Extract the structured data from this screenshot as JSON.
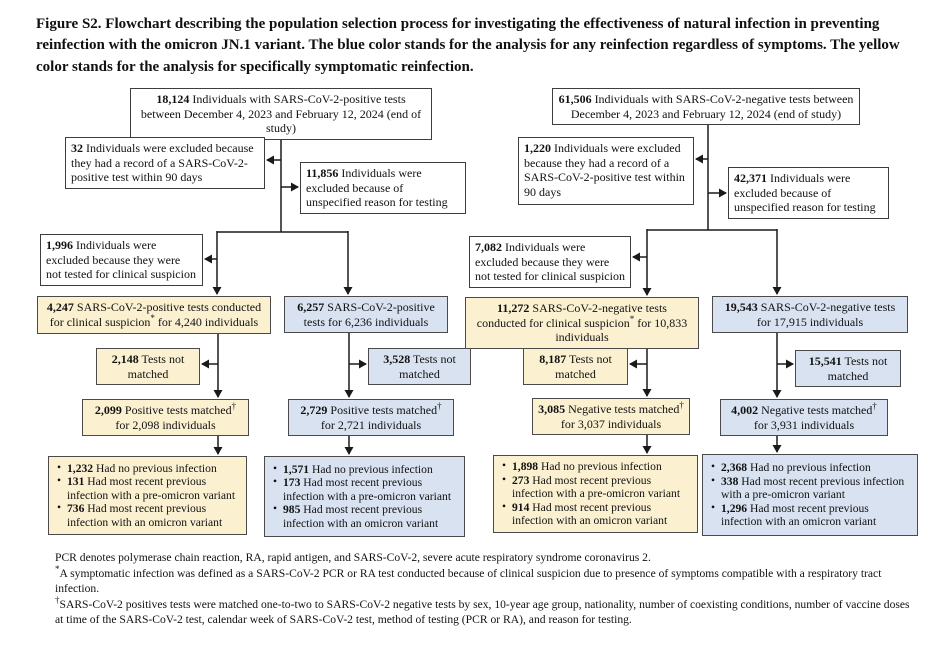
{
  "title": "Figure S2. Flowchart describing the population selection process for investigating the effectiveness of natural infection in preventing reinfection with the omicron JN.1 variant. The blue color stands for the analysis for any reinfection regardless of symptoms. The yellow color stands for the analysis for specifically symptomatic reinfection.",
  "colors": {
    "yellow_fill": "#fbf1d1",
    "blue_fill": "#d9e2f1",
    "box_border": "#4a4a4a",
    "line": "#1a1a1a"
  },
  "flow": {
    "pos_top": {
      "num": "18,124",
      "text": "Individuals with SARS-CoV-2-positive tests between December 4, 2023 and February 12, 2024 (end of study)"
    },
    "neg_top": {
      "num": "61,506",
      "text": "Individuals with SARS-CoV-2-negative tests between December 4, 2023 and February 12, 2024 (end of study)"
    },
    "excl_32": {
      "num": "32",
      "text": "Individuals were excluded because they had a record of a SARS-CoV-2-positive test within 90 days"
    },
    "excl_11856": {
      "num": "11,856",
      "text": "Individuals were excluded because of unspecified reason for testing"
    },
    "excl_1996": {
      "num": "1,996",
      "text": "Individuals were excluded because they were not tested for clinical suspicion"
    },
    "excl_1220": {
      "num": "1,220",
      "text": "Individuals were excluded because they had a record of a SARS-CoV-2-positive test within 90 days"
    },
    "excl_42371": {
      "num": "42,371",
      "text": "Individuals were excluded because of unspecified reason for testing"
    },
    "excl_7082": {
      "num": "7,082",
      "text": "Individuals were excluded because they were not tested for clinical suspicion"
    },
    "sus_pos": {
      "num": "4,247",
      "text": "SARS-CoV-2-positive tests conducted for clinical suspicion",
      "marker": "*",
      "post": "for 4,240 individuals"
    },
    "pos_blue": {
      "num": "6,257",
      "text": "SARS-CoV-2-positive tests for 6,236 individuals"
    },
    "sus_neg": {
      "num": "11,272",
      "text": "SARS-CoV-2-negative tests conducted for clinical suspicion",
      "marker": "*",
      "post": "for 10,833 individuals"
    },
    "neg_blue": {
      "num": "19,543",
      "text": "SARS-CoV-2-negative tests for 17,915 individuals"
    },
    "nm1": {
      "num": "2,148",
      "text": "Tests not matched"
    },
    "nm2": {
      "num": "3,528",
      "text": "Tests not matched"
    },
    "nm3": {
      "num": "8,187",
      "text": "Tests not matched"
    },
    "nm4": {
      "num": "15,541",
      "text": "Tests not matched"
    },
    "m1": {
      "num": "2,099",
      "text": "Positive tests matched",
      "marker": "†",
      "post": "for 2,098 individuals"
    },
    "m2": {
      "num": "2,729",
      "text": "Positive tests matched",
      "marker": "†",
      "post": "for 2,721 individuals"
    },
    "m3": {
      "num": "3,085",
      "text": "Negative tests matched",
      "marker": "†",
      "post": "for 3,037 individuals"
    },
    "m4": {
      "num": "4,002",
      "text": "Negative tests matched",
      "marker": "†",
      "post": "for 3,931 individuals"
    },
    "f1": {
      "items": [
        {
          "num": "1,232",
          "text": "Had no previous infection"
        },
        {
          "num": "131",
          "text": "Had most recent previous infection with a pre-omicron variant"
        },
        {
          "num": "736",
          "text": "Had most recent previous infection with an omicron variant"
        }
      ]
    },
    "f2": {
      "items": [
        {
          "num": "1,571",
          "text": "Had no previous infection"
        },
        {
          "num": "173",
          "text": "Had most recent previous infection with a pre-omicron variant"
        },
        {
          "num": "985",
          "text": "Had most recent previous infection with an omicron variant"
        }
      ]
    },
    "f3": {
      "items": [
        {
          "num": "1,898",
          "text": "Had no previous infection"
        },
        {
          "num": "273",
          "text": "Had most recent previous infection with a pre-omicron variant"
        },
        {
          "num": "914",
          "text": "Had most recent previous infection with an omicron variant"
        }
      ]
    },
    "f4": {
      "items": [
        {
          "num": "2,368",
          "text": "Had no previous infection"
        },
        {
          "num": "338",
          "text": "Had most recent previous infection with a pre-omicron variant"
        },
        {
          "num": "1,296",
          "text": "Had most recent previous infection with an omicron variant"
        }
      ]
    }
  },
  "footnotes": [
    {
      "marker": "",
      "text": "PCR denotes polymerase chain reaction, RA, rapid antigen, and SARS-CoV-2, severe acute respiratory syndrome coronavirus 2."
    },
    {
      "marker": "*",
      "text": "A symptomatic infection was defined as a SARS-CoV-2 PCR or RA test conducted because of clinical suspicion due to presence of symptoms compatible with a respiratory tract infection."
    },
    {
      "marker": "†",
      "text": "SARS-CoV-2 positives tests were matched one-to-two to SARS-CoV-2 negative tests by sex, 10-year age group, nationality, number of coexisting conditions, number of vaccine doses at time of the SARS-CoV-2 test, calendar week of SARS-CoV-2 test, method of testing (PCR or RA), and reason for testing."
    }
  ]
}
